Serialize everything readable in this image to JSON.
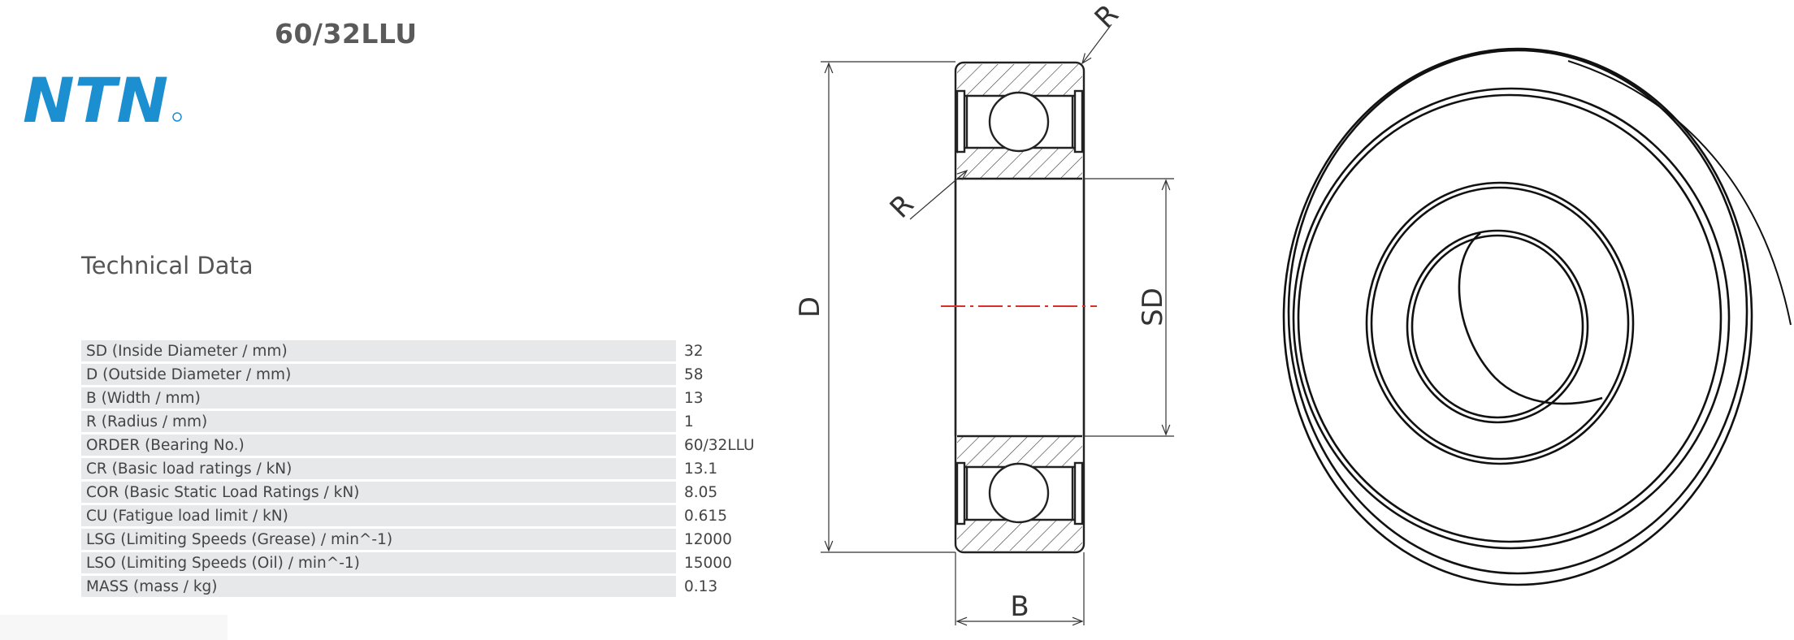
{
  "header": {
    "brand": "NTN",
    "part_number": "60/32LLU"
  },
  "section_title": "Technical Data",
  "specs": [
    {
      "label": "SD (Inside Diameter / mm)",
      "value": "32"
    },
    {
      "label": "D (Outside Diameter / mm)",
      "value": "58"
    },
    {
      "label": "B (Width / mm)",
      "value": "13"
    },
    {
      "label": "R (Radius / mm)",
      "value": "1"
    },
    {
      "label": "ORDER (Bearing No.)",
      "value": "60/32LLU"
    },
    {
      "label": "CR (Basic load ratings / kN)",
      "value": "13.1"
    },
    {
      "label": "COR (Basic Static Load Ratings / kN)",
      "value": "8.05"
    },
    {
      "label": "CU (Fatigue load limit / kN)",
      "value": "0.615"
    },
    {
      "label": "LSG (Limiting Speeds (Grease) / min^-1)",
      "value": "12000"
    },
    {
      "label": "LSO (Limiting Speeds (Oil) / min^-1)",
      "value": "15000"
    },
    {
      "label": "MASS (mass / kg)",
      "value": "0.13"
    }
  ],
  "drawing": {
    "label_r_top": "R",
    "label_r_left": "R",
    "label_d": "D",
    "label_sd": "SD",
    "label_b": "B"
  },
  "colors": {
    "brand_blue": "#1c8fd0",
    "row_background": "#e7e8ea",
    "centerline_red": "#d9302a"
  }
}
